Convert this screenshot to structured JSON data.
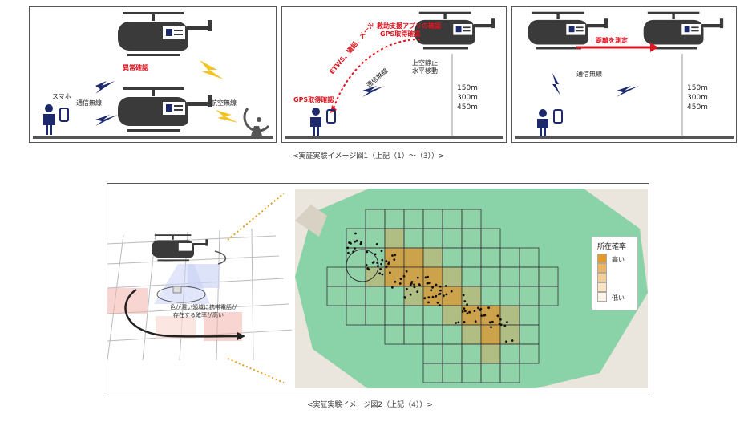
{
  "figure1": {
    "caption": "<実証実験イメージ図1（上記（1）～（3））>",
    "panel1": {
      "anomaly_label": "異常確認",
      "phone_label": "スマホ",
      "comm_label": "通信無線",
      "aviation_label": "航空無線"
    },
    "panel2": {
      "app_label": "救助支援アプリの確認",
      "gps_acq_label": "GPS取得確認",
      "etws_label": "ETWS、通話、メール",
      "gps_confirm_label": "GPS取得確認",
      "comm_label": "通信無線",
      "hover_label_1": "上空静止",
      "hover_label_2": "水平移動",
      "altitudes": [
        "150m",
        "300m",
        "450m"
      ]
    },
    "panel3": {
      "distance_label": "距離を測定",
      "comm_label": "通信無線",
      "altitudes": [
        "150m",
        "300m",
        "450m"
      ]
    }
  },
  "figure2": {
    "caption": "<実証実験イメージ図2（上記（4））>",
    "annotation_line1": "色が濃い領域に携帯電話が",
    "annotation_line2": "存在する確率が高い",
    "legend": {
      "title": "所在確率",
      "high": "高い",
      "low": "低い",
      "colors": [
        "#e39a2b",
        "#eeb563",
        "#f4cf97",
        "#f9e4c3",
        "#fdf5e8"
      ]
    }
  },
  "colors": {
    "accent_red": "#e0141e",
    "navy": "#1c2a6b",
    "map_green": "#7fcfa1",
    "helicopter_gray": "#3a3a3a"
  }
}
